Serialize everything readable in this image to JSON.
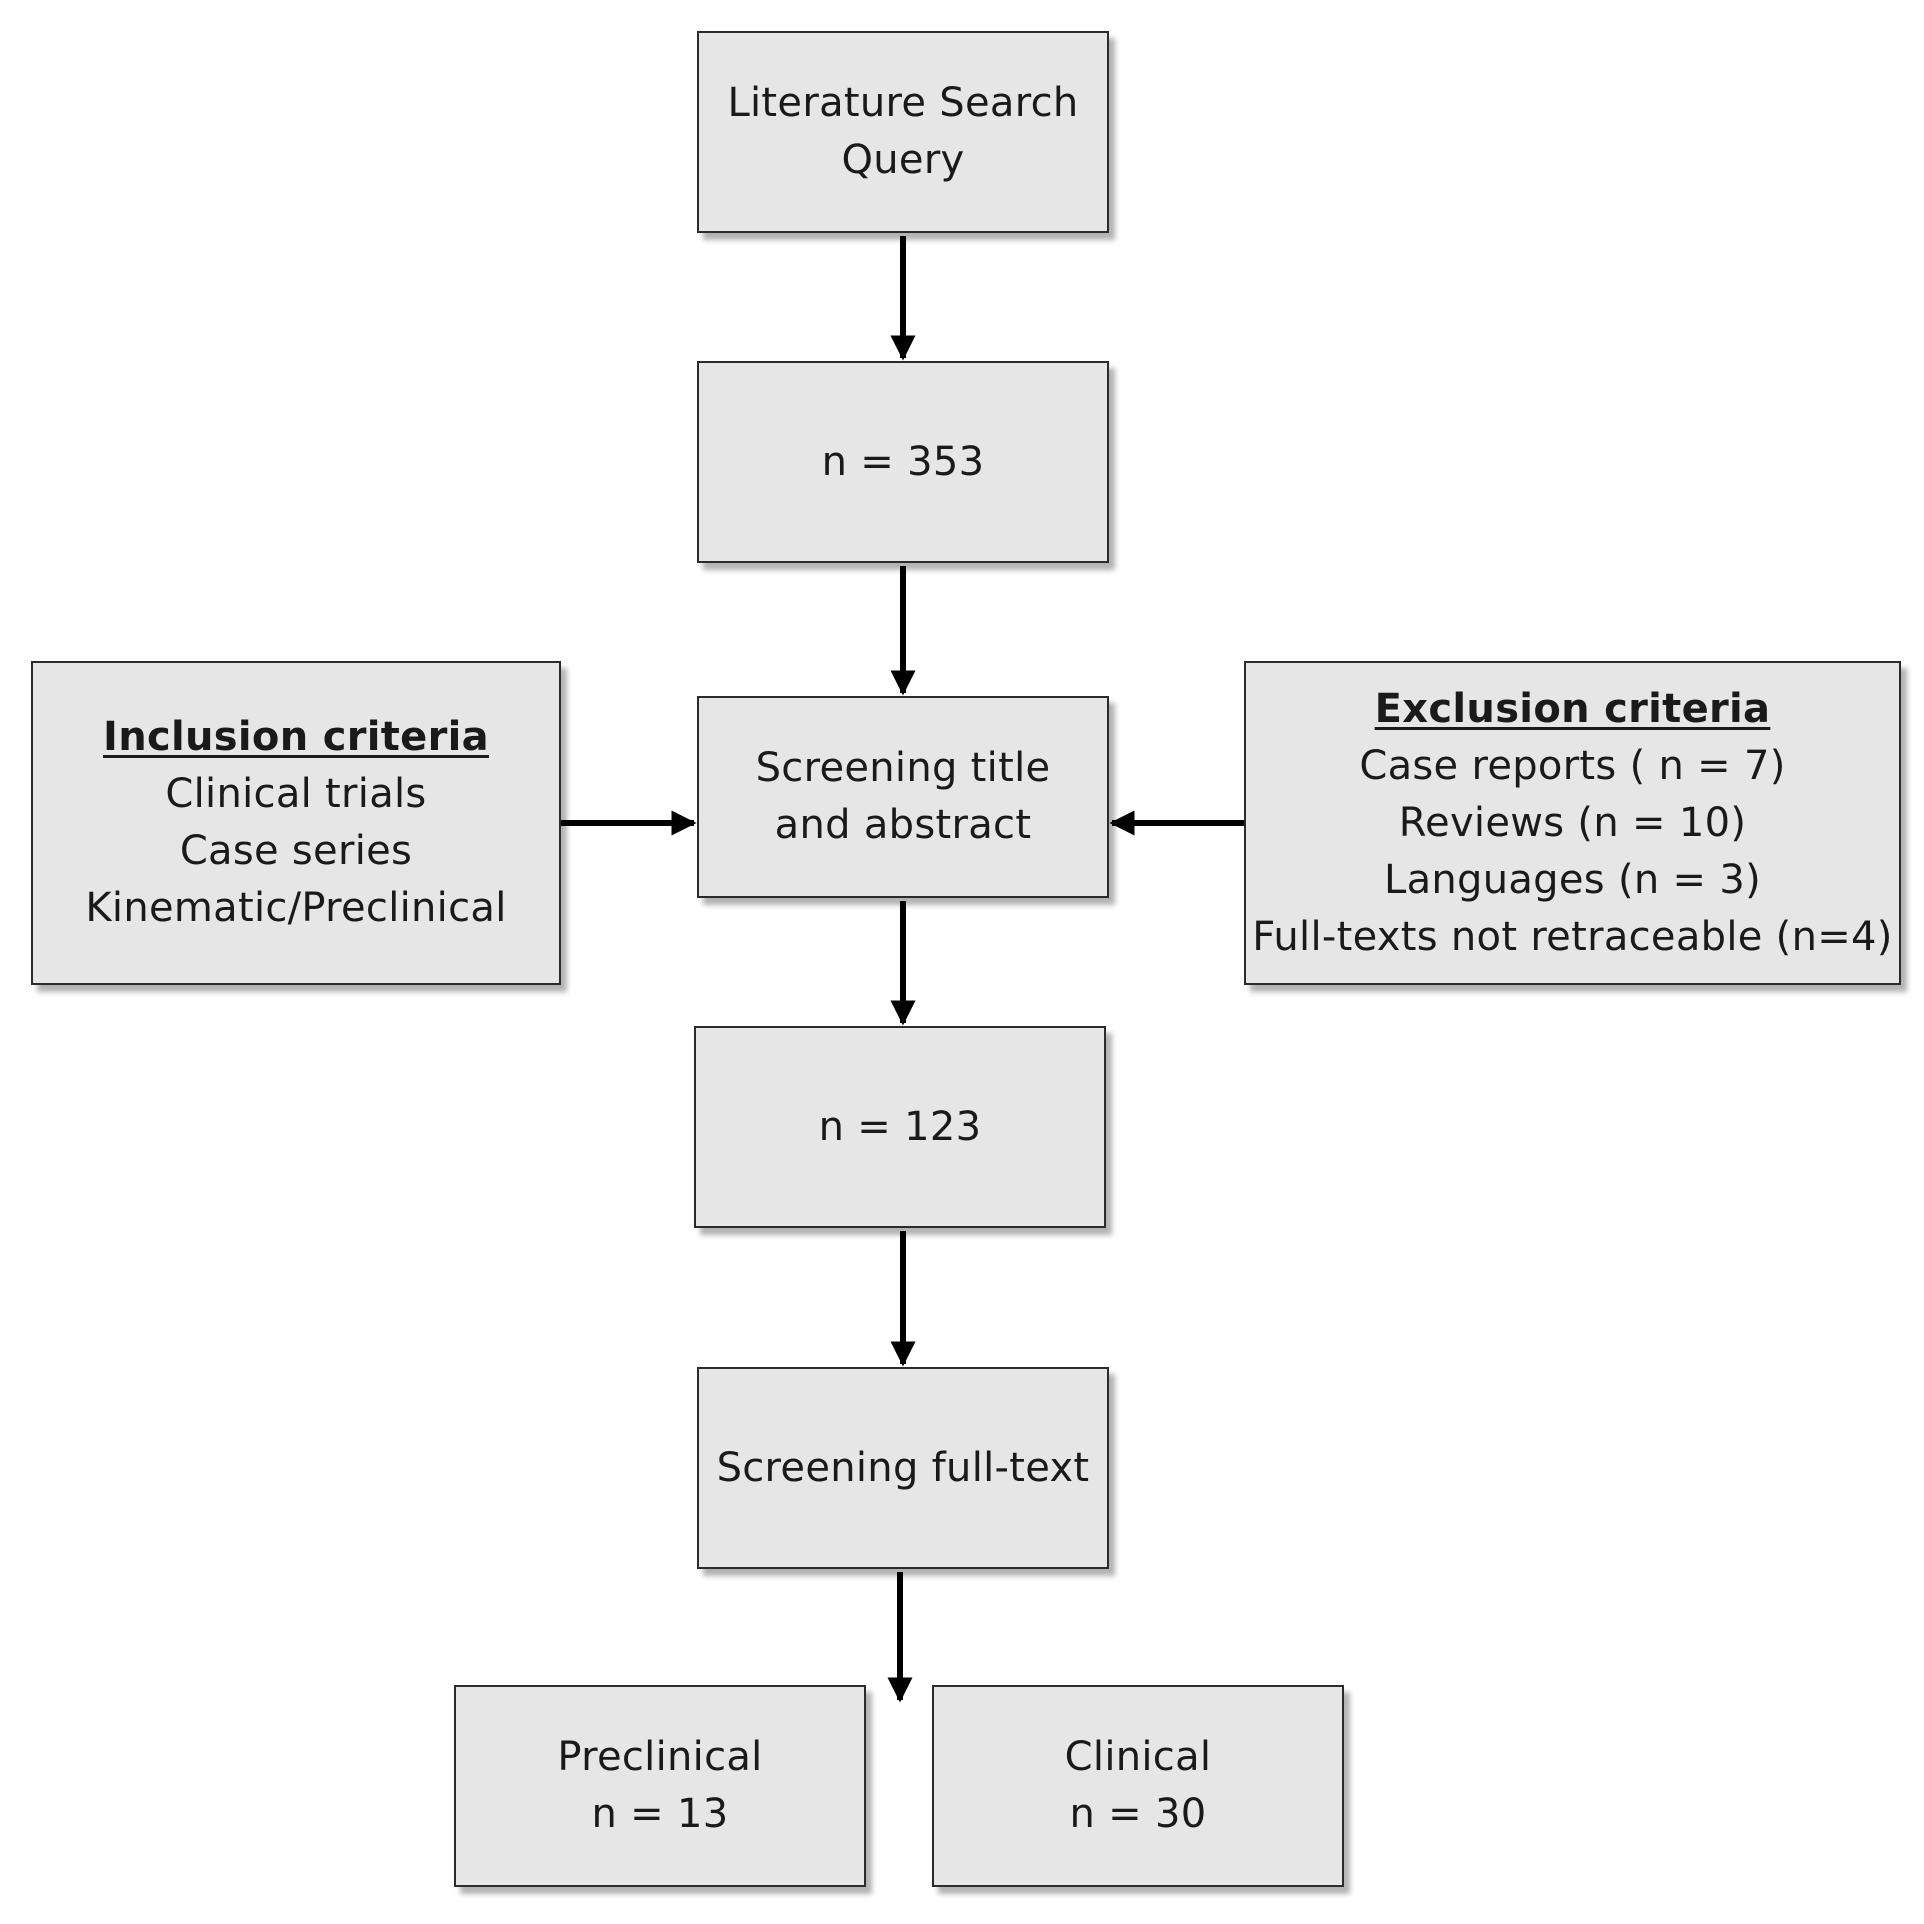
{
  "diagram": {
    "literature_search": {
      "lines": [
        "Literature Search",
        "Query"
      ]
    },
    "records_identified": {
      "text": "n = 353"
    },
    "screening_title_abstract": {
      "lines": [
        "Screening title",
        "and abstract"
      ]
    },
    "records_after_screening": {
      "text": "n = 123"
    },
    "screening_full_text": {
      "text": "Screening full-text"
    },
    "preclinical": {
      "lines": [
        "Preclinical",
        "n = 13"
      ]
    },
    "clinical": {
      "lines": [
        "Clinical",
        "n = 30"
      ]
    },
    "inclusion_criteria": {
      "heading": "Inclusion criteria",
      "items": [
        "Clinical trials",
        "Case series",
        "Kinematic/Preclinical"
      ]
    },
    "exclusion_criteria": {
      "heading": "Exclusion criteria",
      "items": [
        "Case reports ( n = 7)",
        "Reviews (n = 10)",
        "Languages (n = 3)",
        "Full-texts not retraceable (n=4)"
      ]
    }
  },
  "colors": {
    "box_fill": "#e6e6e6",
    "box_border": "#2b2b2b",
    "arrow": "#000000",
    "background": "#ffffff"
  }
}
